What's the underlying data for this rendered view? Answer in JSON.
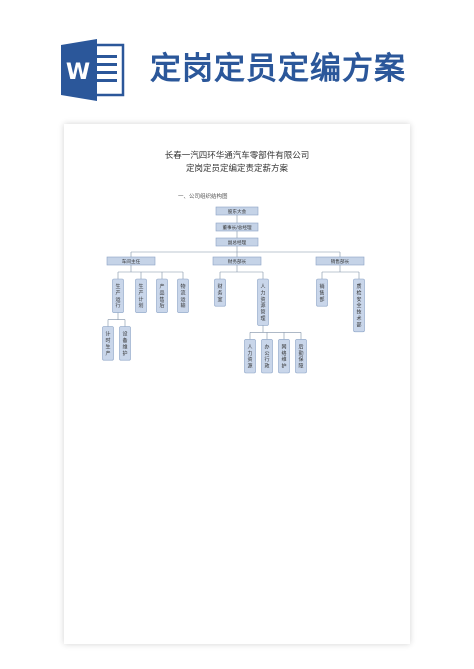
{
  "header": {
    "app_icon": "word-document-icon",
    "app_icon_letter": "W",
    "title": "定岗定员定编方案"
  },
  "document": {
    "company_title": "长春一汽四环华通汽车零部件有限公司",
    "plan_title": "定岗定员定编定责定薪方案",
    "section_heading": "一、公司组织结构图"
  },
  "org_chart": {
    "level1": [
      "股东大会",
      "董事长/总经理",
      "副总经理"
    ],
    "departments": [
      {
        "name": "车间主任",
        "units": [
          {
            "name": "生产运行",
            "subunits": [
              "计时生产",
              "设备维护"
            ]
          },
          {
            "name": "生产计划",
            "subunits": []
          },
          {
            "name": "产品售后",
            "subunits": []
          },
          {
            "name": "物流运输",
            "subunits": []
          }
        ]
      },
      {
        "name": "财务部长",
        "units": [
          {
            "name": "财务室",
            "subunits": []
          },
          {
            "name": "人力资源管理",
            "subunits": [
              "人力资源",
              "办公行政",
              "网络维护",
              "后勤保障"
            ]
          }
        ]
      },
      {
        "name": "销售部长",
        "units": [
          {
            "name": "销售部",
            "subunits": []
          },
          {
            "name": "质检安全技术部",
            "subunits": []
          }
        ]
      }
    ]
  },
  "colors": {
    "brand_blue": "#2b579a",
    "box_fill": "#c5d3e7",
    "box_stroke": "#8aa2c5",
    "connector": "#7f8fa6"
  }
}
